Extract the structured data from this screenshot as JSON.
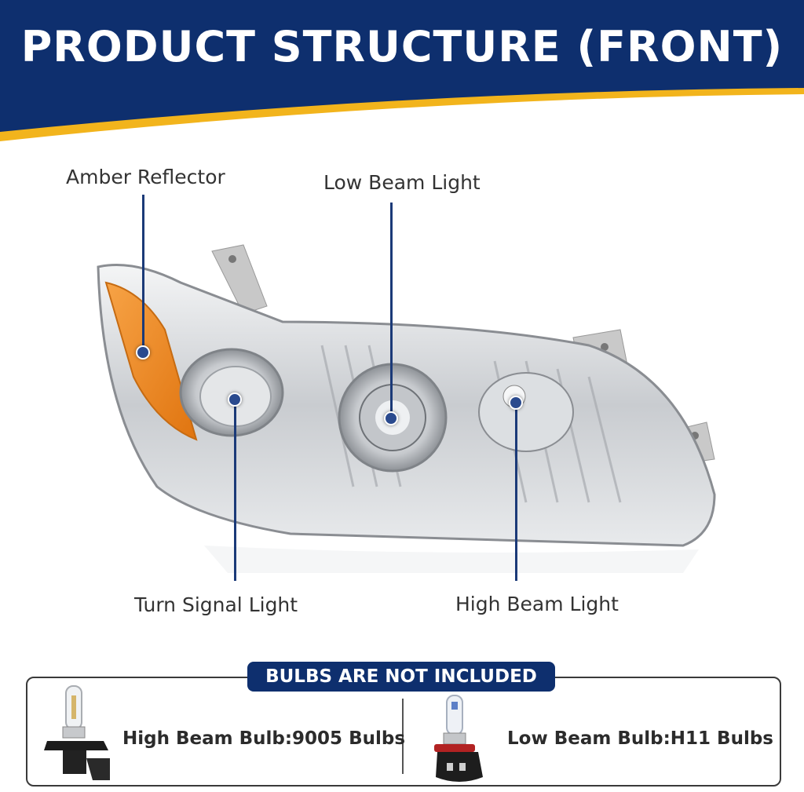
{
  "header": {
    "title": "PRODUCT STRUCTURE (FRONT)",
    "colors": {
      "navy": "#0e2f6e",
      "gold": "#f2b41c"
    }
  },
  "callouts": {
    "amber_reflector": "Amber Reflector",
    "low_beam_light": "Low Beam Light",
    "turn_signal_light": "Turn Signal Light",
    "high_beam_light": "High Beam Light"
  },
  "bulbs": {
    "notice": "BULBS ARE NOT INCLUDED",
    "high_beam": "High Beam Bulb:9005 Bulbs",
    "low_beam": "Low Beam Bulb:H11 Bulbs"
  }
}
